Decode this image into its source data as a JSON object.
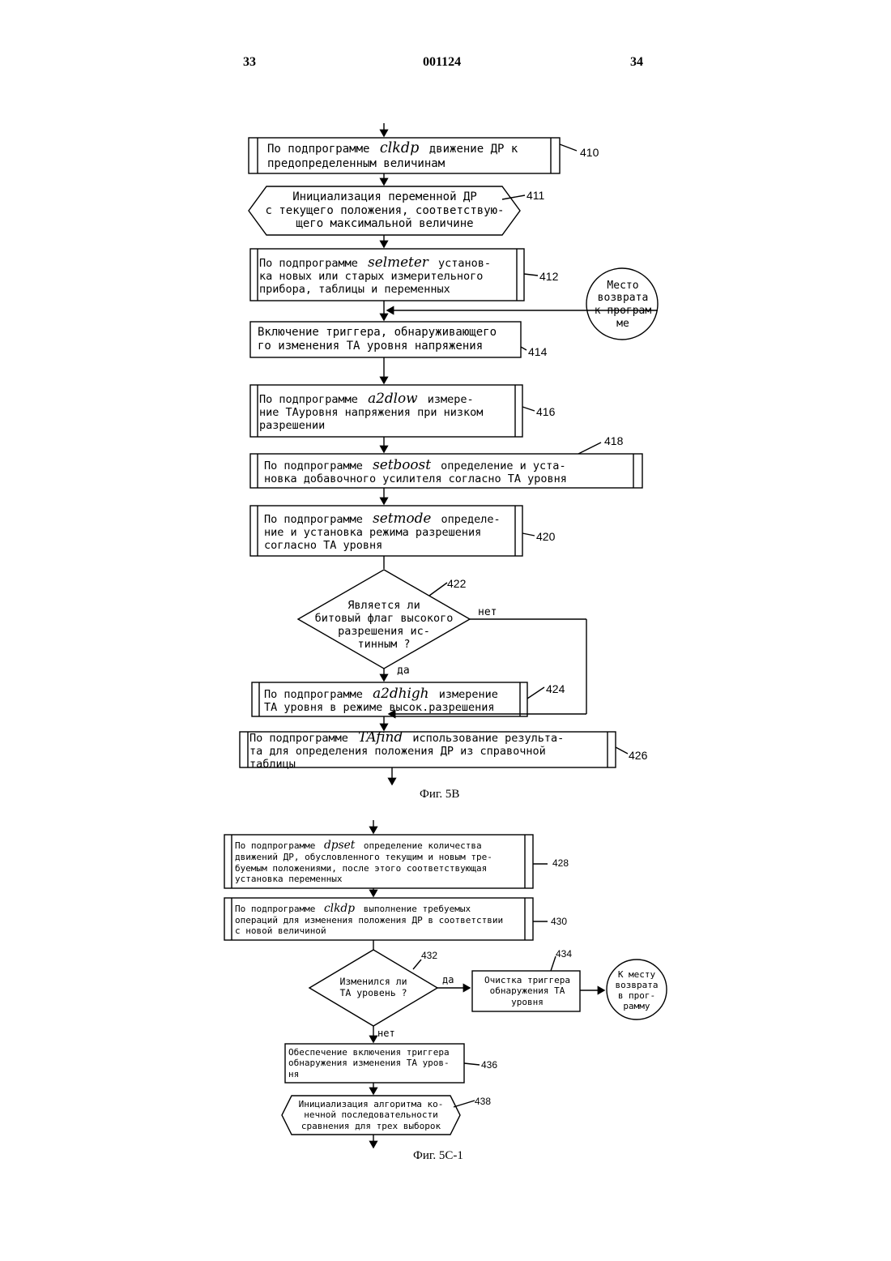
{
  "header": {
    "left_page": "33",
    "doc_number": "001124",
    "right_page": "34"
  },
  "figures": {
    "fig5b_caption": "Фиг. 5В",
    "fig5c1_caption": "Фиг. 5С-1"
  },
  "fig5b": {
    "n410": {
      "ref": "410",
      "prefix": "По подпрограмме",
      "routine": "clkdp",
      "text": "движение ДР к\nпредопределенным величинам"
    },
    "n411": {
      "ref": "411",
      "text": "Инициализация переменной ДР\nс текущего положения, соответствую-\nщего максимальной величине"
    },
    "n412": {
      "ref": "412",
      "prefix": "По подпрограмме",
      "routine": "selmeter",
      "text": "установ-\nка новых или старых измерительного\nприбора, таблицы и переменных"
    },
    "return_point": {
      "text": "Место\nвозврата\nк програм\nме"
    },
    "n414": {
      "ref": "414",
      "text": "Включение триггера, обнаруживающего\nго изменения ТА уровня напряжения"
    },
    "n416": {
      "ref": "416",
      "prefix": "По подпрограмме",
      "routine": "a2dlow",
      "text": "измере-\nние ТАуровня напряжения при низком\nразрешении"
    },
    "n418": {
      "ref": "418",
      "prefix": "По подпрограмме",
      "routine": "setboost",
      "text": "определение и уста-\nновка добавочного усилителя согласно ТА уровня"
    },
    "n420": {
      "ref": "420",
      "prefix": "По подпрограмме",
      "routine": "setmode",
      "text": "определе-\nние и установка режима разрешения\nсогласно ТА уровня"
    },
    "n422": {
      "ref": "422",
      "text": "Является ли\nбитовый флаг высокого\nразрешения ис-\nтинным ?",
      "no_label": "нет",
      "yes_label": "да"
    },
    "n424": {
      "ref": "424",
      "prefix": "По подпрограмме",
      "routine": "a2dhigh",
      "text": "измерение\nТА уровня в режиме высок.разрешения"
    },
    "n426": {
      "ref": "426",
      "prefix": "По подпрограмме",
      "routine": "TAfind",
      "text": "использование результа-\nта для определения положения ДР из справочной\nтаблицы"
    }
  },
  "fig5c1": {
    "n428": {
      "ref": "428",
      "prefix": "По подпрограмме",
      "routine": "dpset",
      "text": "определение количества\nдвижений ДР, обусловленного текущим и новым тре-\nбуемым положениями, после этого соответствующая\nустановка переменных"
    },
    "n430": {
      "ref": "430",
      "prefix": "По подпрограмме",
      "routine": "clkdp",
      "text": "выполнение требуемых\nопераций для изменения положения ДР в соответствии\nс новой величиной"
    },
    "n432": {
      "ref": "432",
      "text": "Изменился ли\nТА уровень ?",
      "yes_label": "да",
      "no_label": "нет"
    },
    "n434": {
      "ref": "434",
      "text": "Очистка триггера\nобнаружения ТА\nуровня"
    },
    "return_to": {
      "text": "К месту\nвозврата\nв прог-\nрамму"
    },
    "n436": {
      "ref": "436",
      "text": "Обеспечение включения триггера\nобнаружения изменения ТА уров-\nня"
    },
    "n438": {
      "ref": "438",
      "text": "Инициализация алгоритма ко-\nнечной последовательности\nсравнения для трех выборок"
    }
  }
}
